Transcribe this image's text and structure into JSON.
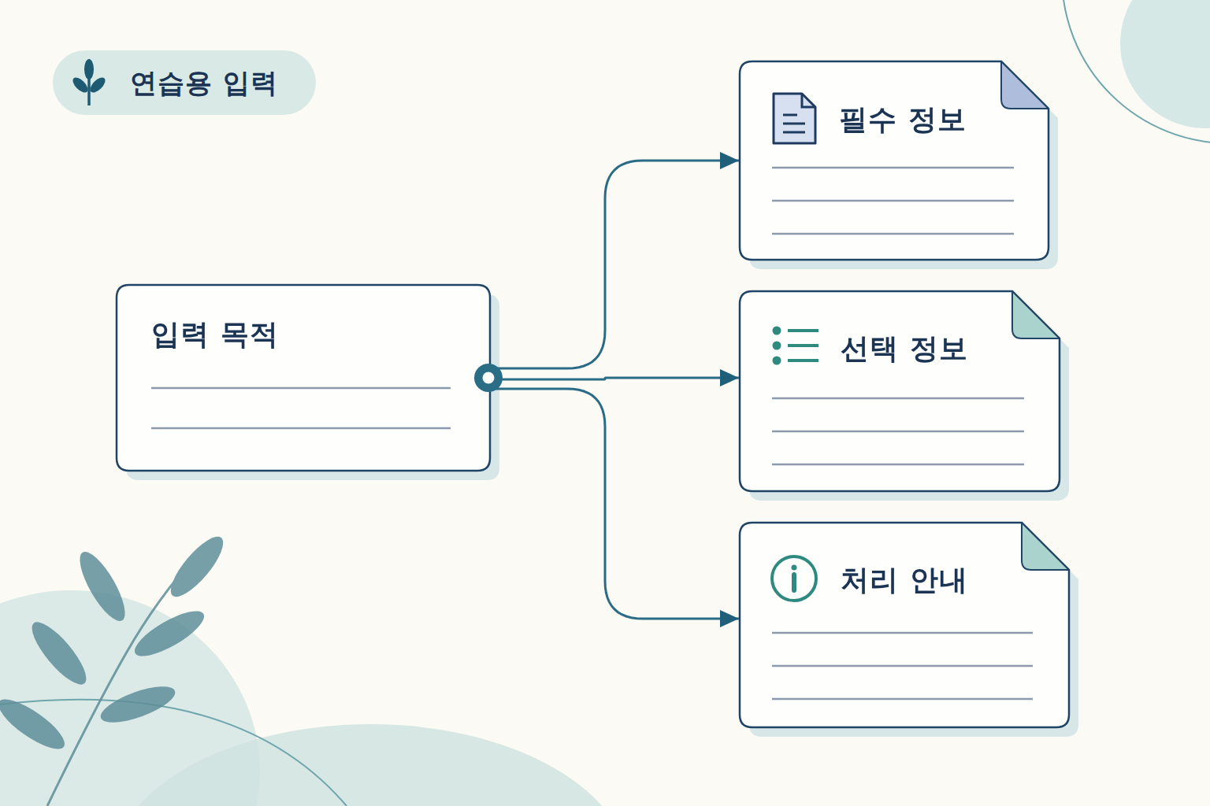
{
  "diagram": {
    "nodes": [
      {
        "text": [
          "연습용 입력"
        ]
      },
      {
        "text": [
          "입력 목적"
        ]
      },
      {
        "text": [
          "필수 정보"
        ]
      },
      {
        "text": [
          "선택 정보"
        ]
      },
      {
        "text": [
          "처리 안내"
        ]
      }
    ],
    "edges": [
      {
        "from": 1,
        "to": 2,
        "arrow": "to"
      },
      {
        "from": 1,
        "to": 3,
        "arrow": "to"
      },
      {
        "from": 1,
        "to": 4,
        "arrow": "to"
      }
    ]
  }
}
